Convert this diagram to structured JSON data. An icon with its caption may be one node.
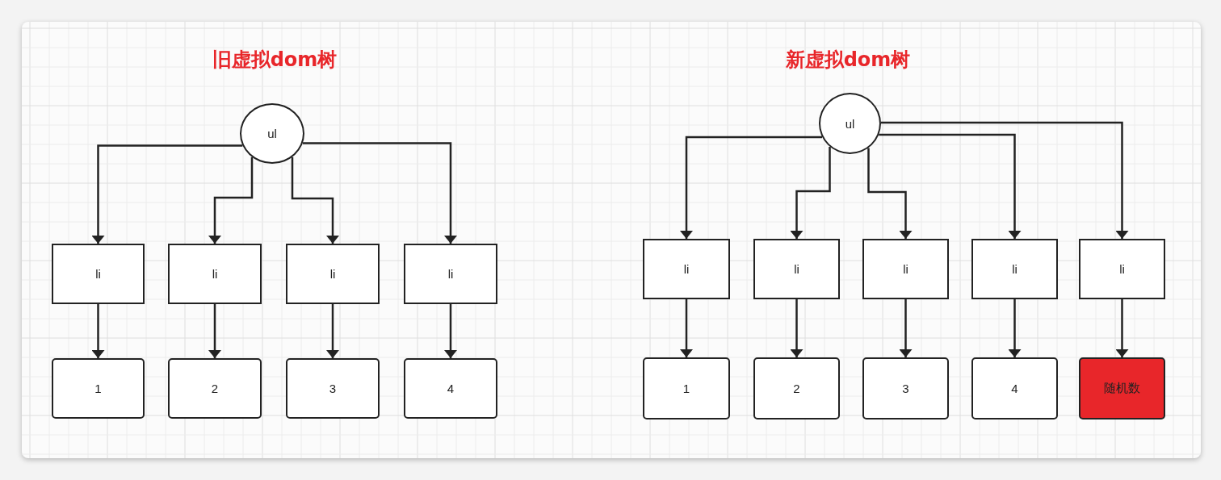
{
  "diagram": {
    "nodes": [
      {
        "text": [
          "ul"
        ]
      },
      {
        "text": [
          "li"
        ]
      },
      {
        "text": [
          "li"
        ]
      },
      {
        "text": [
          "li"
        ]
      },
      {
        "text": [
          "li"
        ]
      },
      {
        "text": [
          "1"
        ]
      },
      {
        "text": [
          "2"
        ]
      },
      {
        "text": [
          "3"
        ]
      },
      {
        "text": [
          "4"
        ]
      },
      {
        "text": [
          "ul"
        ]
      },
      {
        "text": [
          "li"
        ]
      },
      {
        "text": [
          "li"
        ]
      },
      {
        "text": [
          "li"
        ]
      },
      {
        "text": [
          "li"
        ]
      },
      {
        "text": [
          "li"
        ]
      },
      {
        "text": [
          "1"
        ]
      },
      {
        "text": [
          "2"
        ]
      },
      {
        "text": [
          "3"
        ]
      },
      {
        "text": [
          "4"
        ]
      },
      {
        "text": [
          "随机数"
        ]
      }
    ],
    "edges": [
      {
        "from": 0,
        "to": 1,
        "arrow": "to"
      },
      {
        "from": 0,
        "to": 2,
        "arrow": "to"
      },
      {
        "from": 0,
        "to": 3,
        "arrow": "to"
      },
      {
        "from": 0,
        "to": 4,
        "arrow": "to"
      },
      {
        "from": 1,
        "to": 5,
        "arrow": "to"
      },
      {
        "from": 2,
        "to": 6,
        "arrow": "to"
      },
      {
        "from": 3,
        "to": 7,
        "arrow": "to"
      },
      {
        "from": 4,
        "to": 8,
        "arrow": "to"
      },
      {
        "from": 9,
        "to": 10,
        "arrow": "to"
      },
      {
        "from": 9,
        "to": 11,
        "arrow": "to"
      },
      {
        "from": 9,
        "to": 12,
        "arrow": "to"
      },
      {
        "from": 9,
        "to": 13,
        "arrow": "to"
      },
      {
        "from": 9,
        "to": 14,
        "arrow": "to"
      },
      {
        "from": 10,
        "to": 15,
        "arrow": "to"
      },
      {
        "from": 11,
        "to": 16,
        "arrow": "to"
      },
      {
        "from": 12,
        "to": 17,
        "arrow": "to"
      },
      {
        "from": 13,
        "to": 18,
        "arrow": "to"
      },
      {
        "from": 14,
        "to": 19,
        "arrow": "to"
      }
    ],
    "labels": [
      "旧虚拟dom树",
      "新虚拟dom树"
    ]
  }
}
